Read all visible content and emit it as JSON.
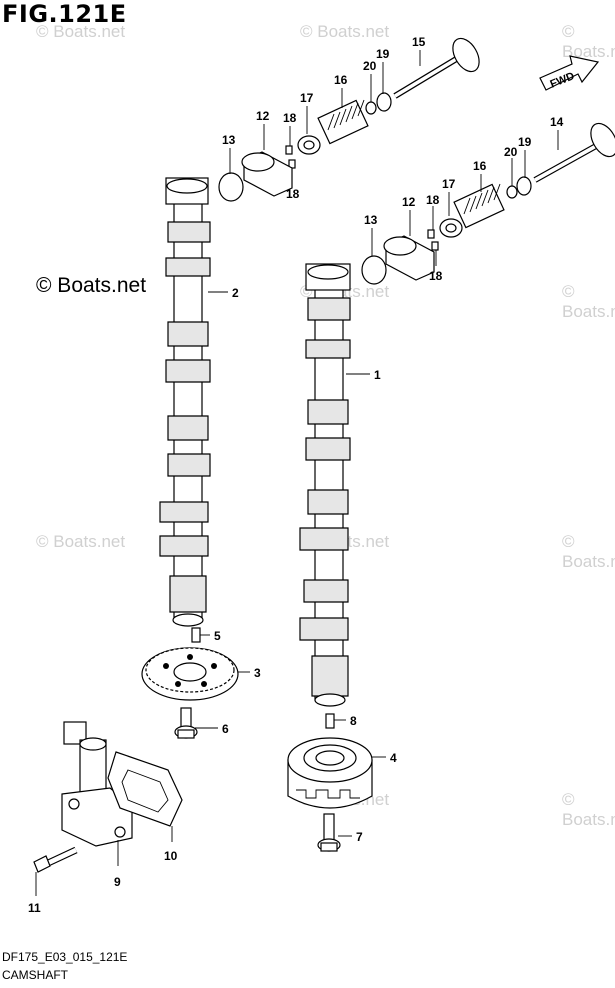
{
  "figure": {
    "title": "FIG.121E",
    "copyright_text": "© Boats.net",
    "watermark_text": "© Boats.net",
    "footer_code": "DF175_E03_015_121E",
    "footer_name": "CAMSHAFT",
    "direction_label": "FWD"
  },
  "callouts": {
    "c1": "1",
    "c2": "2",
    "c3": "3",
    "c4": "4",
    "c5": "5",
    "c6": "6",
    "c7": "7",
    "c8": "8",
    "c9": "9",
    "c10": "10",
    "c11": "11",
    "c12a": "12",
    "c12b": "12",
    "c13a": "13",
    "c13b": "13",
    "c14": "14",
    "c15": "15",
    "c16a": "16",
    "c16b": "16",
    "c17a": "17",
    "c17b": "17",
    "c18a": "18",
    "c18b": "18",
    "c18c": "18",
    "c18d": "18",
    "c19a": "19",
    "c19b": "19",
    "c20a": "20",
    "c20b": "20"
  },
  "colors": {
    "line": "#000000",
    "watermark": "#d0d0d0",
    "background": "#ffffff"
  }
}
